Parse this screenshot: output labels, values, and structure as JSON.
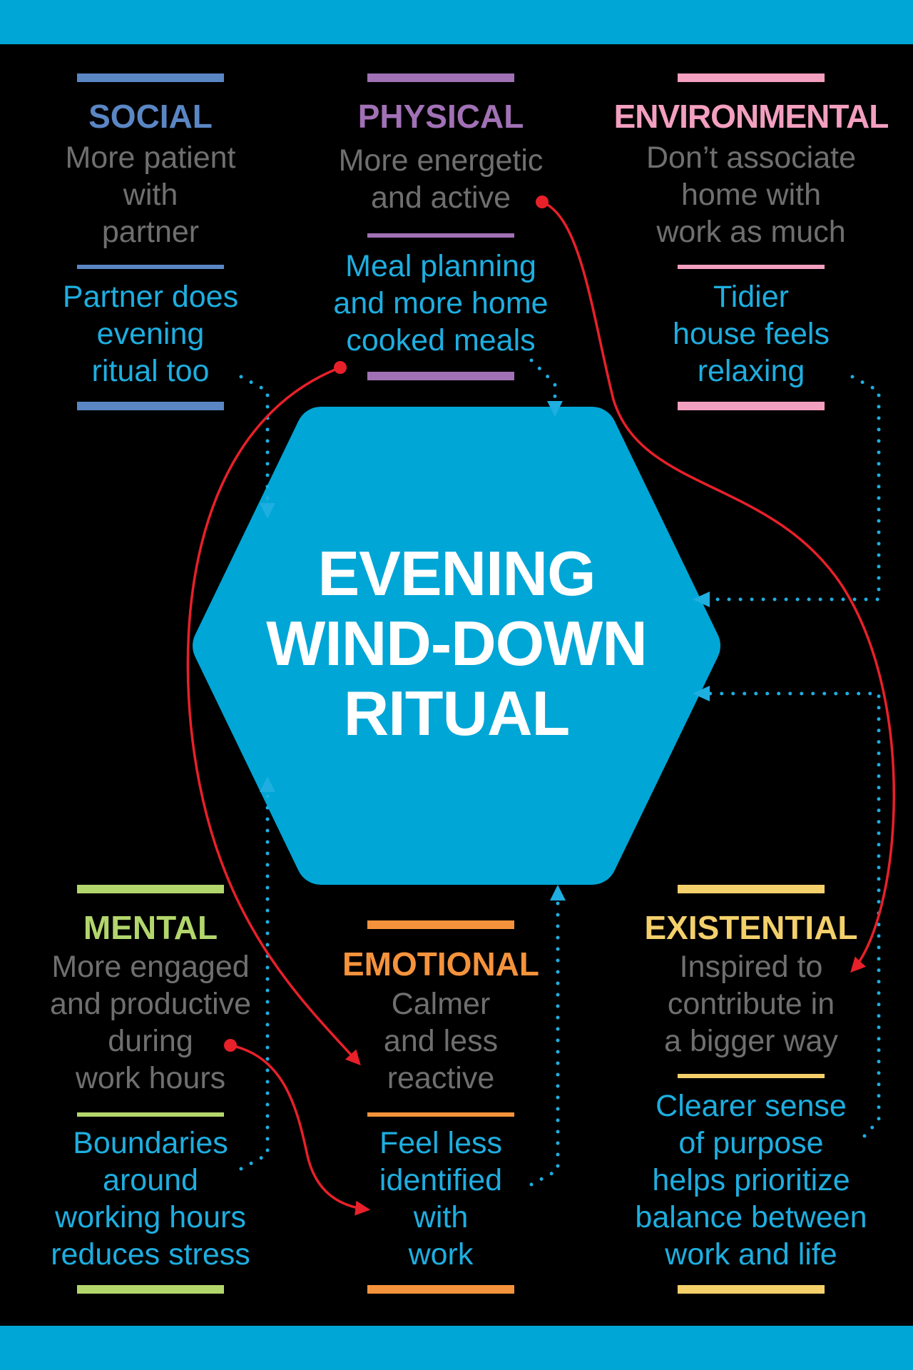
{
  "title_lines": [
    "EVENING",
    "WIND-DOWN",
    "RITUAL"
  ],
  "colors": {
    "band": "#00a6d6",
    "hexagon": "#00a6d6",
    "red_connector": "#e8202a",
    "dotted_connector": "#1eaee0",
    "social": "#5a86c4",
    "physical": "#a171b5",
    "environmental": "#f39fbf",
    "mental": "#b3d66c",
    "emotional": "#f5933c",
    "existential": "#f4d06b"
  },
  "categories": [
    {
      "key": "social",
      "label": "SOCIAL",
      "benefit": [
        "More patient",
        "with",
        "partner"
      ],
      "driver": [
        "Partner does",
        "evening",
        "ritual too"
      ]
    },
    {
      "key": "physical",
      "label": "PHYSICAL",
      "benefit": [
        "More energetic",
        "and active"
      ],
      "driver": [
        "Meal planning",
        "and more home",
        "cooked meals"
      ]
    },
    {
      "key": "environmental",
      "label": "ENVIRONMENTAL",
      "benefit": [
        "Don’t associate",
        "home with",
        "work as much"
      ],
      "driver": [
        "Tidier",
        "house feels",
        "relaxing"
      ]
    },
    {
      "key": "mental",
      "label": "MENTAL",
      "benefit": [
        "More engaged",
        "and productive",
        "during",
        "work hours"
      ],
      "driver": [
        "Boundaries",
        "around",
        "working hours",
        "reduces stress"
      ]
    },
    {
      "key": "emotional",
      "label": "EMOTIONAL",
      "benefit": [
        "Calmer",
        "and less",
        "reactive"
      ],
      "driver": [
        "Feel less",
        "identified",
        "with",
        "work"
      ]
    },
    {
      "key": "existential",
      "label": "EXISTENTIAL",
      "benefit": [
        "Inspired to",
        "contribute in",
        "a bigger way"
      ],
      "driver": [
        "Clearer sense",
        "of purpose",
        "helps prioritize",
        "balance between",
        "work and life"
      ]
    }
  ]
}
